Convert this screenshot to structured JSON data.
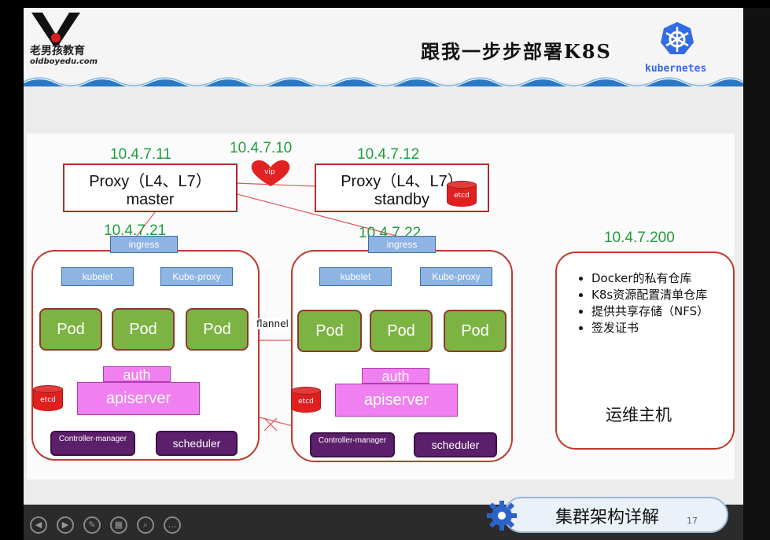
{
  "header": {
    "logo_cn": "老男孩教育",
    "logo_en": "oldboyedu.com",
    "title": "跟我一步步部署K8S",
    "k8s_label": "kubernetes"
  },
  "diagram": {
    "vip_ip": "10.4.7.10",
    "vip_label": "vip",
    "proxy_master": {
      "ip": "10.4.7.11",
      "line1": "Proxy（L4、L7）",
      "line2": "master"
    },
    "proxy_standby": {
      "ip": "10.4.7.12",
      "line1": "Proxy（L4、L7）",
      "line2": "standby",
      "etcd": "etcd"
    },
    "node1": {
      "ip": "10.4.7.21",
      "ingress": "ingress",
      "kubelet": "kubelet",
      "kube_proxy": "Kube-proxy",
      "pods": [
        "Pod",
        "Pod",
        "Pod"
      ],
      "auth": "auth",
      "apiserver": "apiserver",
      "etcd": "etcd",
      "controller": "Controller-manager",
      "scheduler": "scheduler"
    },
    "node2": {
      "ip": "10.4.7.22",
      "ingress": "ingress",
      "kubelet": "kubelet",
      "kube_proxy": "Kube-proxy",
      "pods": [
        "Pod",
        "Pod",
        "Pod"
      ],
      "auth": "auth",
      "apiserver": "apiserver",
      "etcd": "etcd",
      "controller": "Controller-manager",
      "scheduler": "scheduler"
    },
    "flannel": "flannel",
    "ops": {
      "ip": "10.4.7.200",
      "items": [
        "Docker的私有仓库",
        "K8s资源配置清单仓库",
        "提供共享存储（NFS）",
        "签发证书"
      ],
      "title": "运维主机"
    }
  },
  "footer": {
    "title": "集群架构详解",
    "page": "17"
  },
  "colors": {
    "ip_green": "#1f9d3c",
    "border_red": "#c0392b",
    "pod_green": "#7cb342",
    "kube_blue": "#8eb4e3",
    "api_pink": "#f07ff0",
    "ctrl_purple": "#5c1f6b",
    "k8s_blue": "#326ce5"
  }
}
